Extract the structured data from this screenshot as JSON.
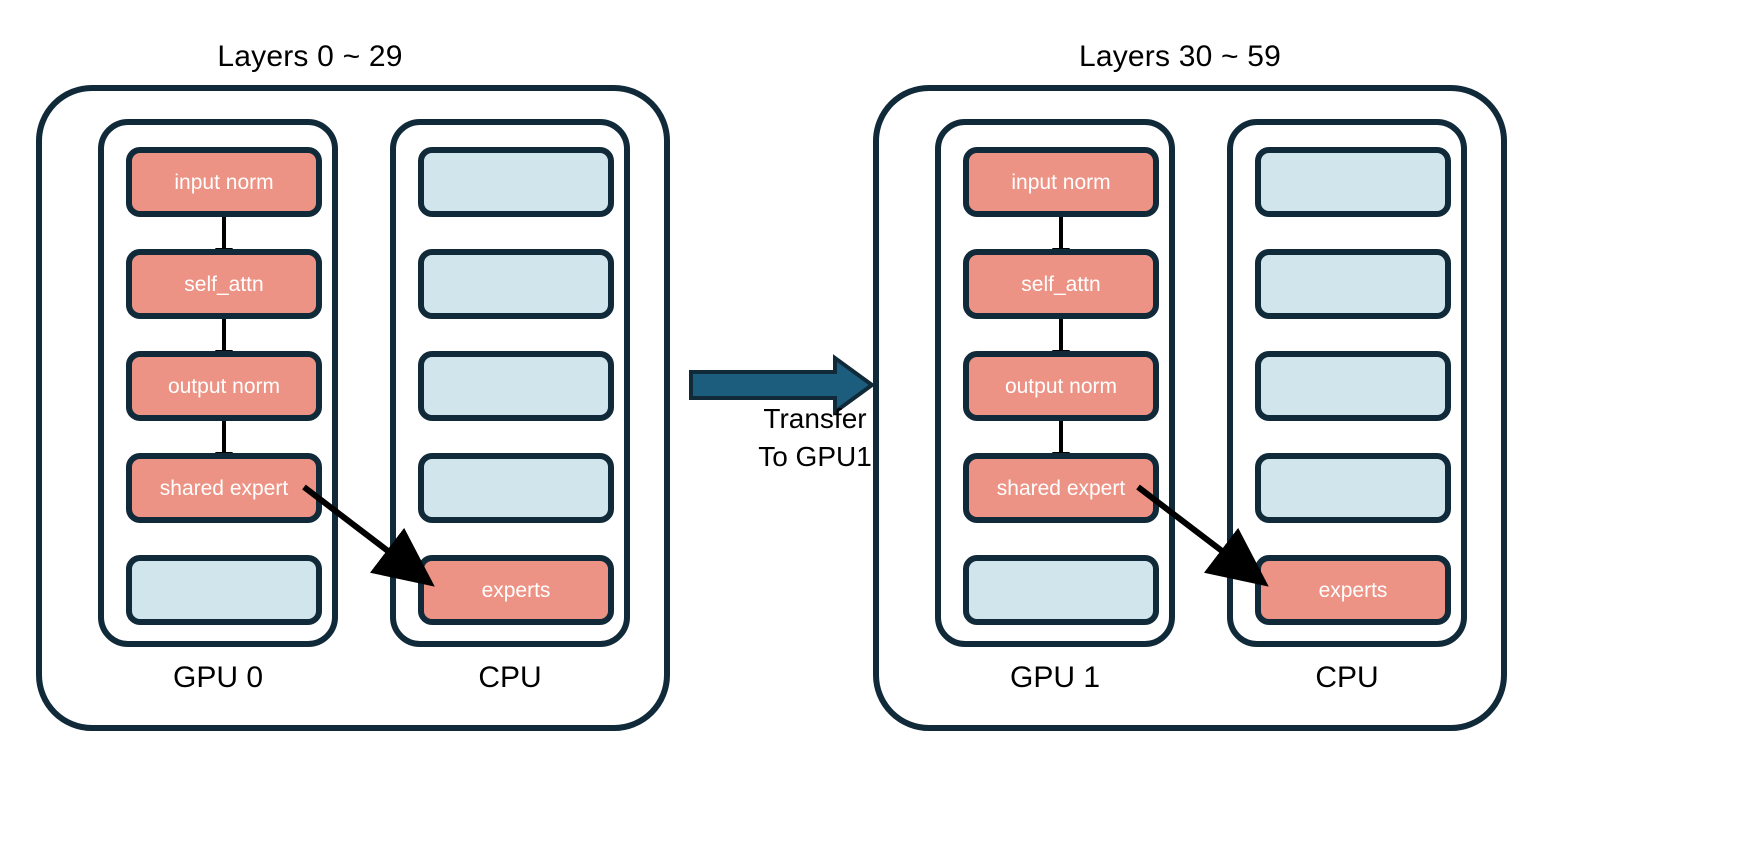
{
  "diagram": {
    "title_left": "Layers 0 ~ 29",
    "title_right": "Layers 30 ~ 59",
    "transfer_label_line1": "Transfer",
    "transfer_label_line2": "To GPU1",
    "colors": {
      "salmon": "#EC9385",
      "light_blue": "#D1E5EC",
      "outline": "#102A3A",
      "arrow_fill": "#1C5C7C",
      "text_on_block": "#FFFFFF",
      "text": "#000000",
      "background": "#FFFFFF"
    },
    "groups": [
      {
        "id": "left",
        "title": "Layers 0 ~ 29",
        "gpu": {
          "label": "GPU 0",
          "blocks": [
            {
              "label": "input norm",
              "color": "salmon"
            },
            {
              "label": "self_attn",
              "color": "salmon"
            },
            {
              "label": "output norm",
              "color": "salmon"
            },
            {
              "label": "shared expert",
              "color": "salmon"
            },
            {
              "label": "",
              "color": "blue"
            }
          ]
        },
        "cpu": {
          "label": "CPU",
          "blocks": [
            {
              "label": "",
              "color": "blue"
            },
            {
              "label": "",
              "color": "blue"
            },
            {
              "label": "",
              "color": "blue"
            },
            {
              "label": "",
              "color": "blue"
            },
            {
              "label": "experts",
              "color": "salmon"
            }
          ]
        }
      },
      {
        "id": "right",
        "title": "Layers 30 ~ 59",
        "gpu": {
          "label": "GPU 1",
          "blocks": [
            {
              "label": "input norm",
              "color": "salmon"
            },
            {
              "label": "self_attn",
              "color": "salmon"
            },
            {
              "label": "output norm",
              "color": "salmon"
            },
            {
              "label": "shared expert",
              "color": "salmon"
            },
            {
              "label": "",
              "color": "blue"
            }
          ]
        },
        "cpu": {
          "label": "CPU",
          "blocks": [
            {
              "label": "",
              "color": "blue"
            },
            {
              "label": "",
              "color": "blue"
            },
            {
              "label": "",
              "color": "blue"
            },
            {
              "label": "",
              "color": "blue"
            },
            {
              "label": "experts",
              "color": "salmon"
            }
          ]
        }
      }
    ]
  }
}
